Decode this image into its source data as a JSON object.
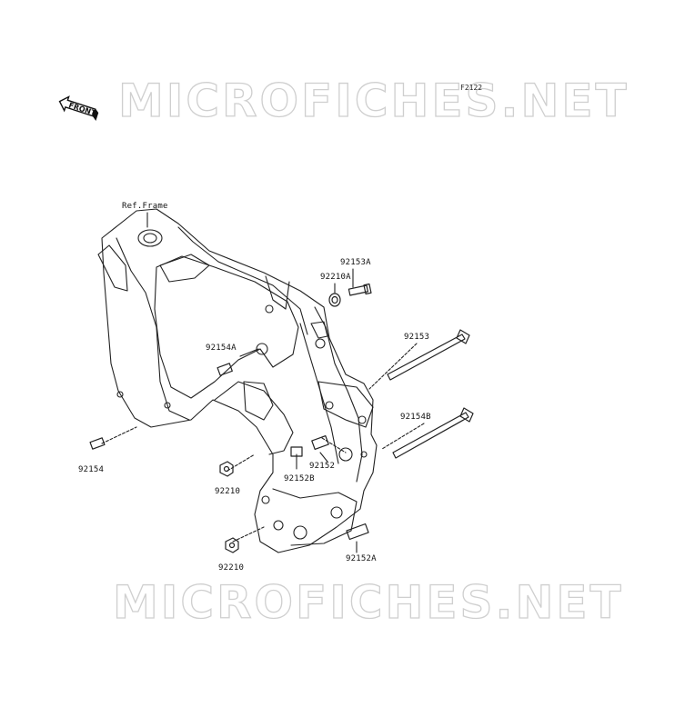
{
  "diagram_code": "F2122",
  "front_label": "FRONT",
  "watermark_text": "MICROFICHES.NET",
  "labels": {
    "ref_frame": "Ref.Frame",
    "p92153A": "92153A",
    "p92210A": "92210A",
    "p92153": "92153",
    "p92154A": "92154A",
    "p92154B": "92154B",
    "p92154": "92154",
    "p92152": "92152",
    "p92152B": "92152B",
    "p92210_upper": "92210",
    "p92210_lower": "92210",
    "p92152A": "92152A"
  }
}
